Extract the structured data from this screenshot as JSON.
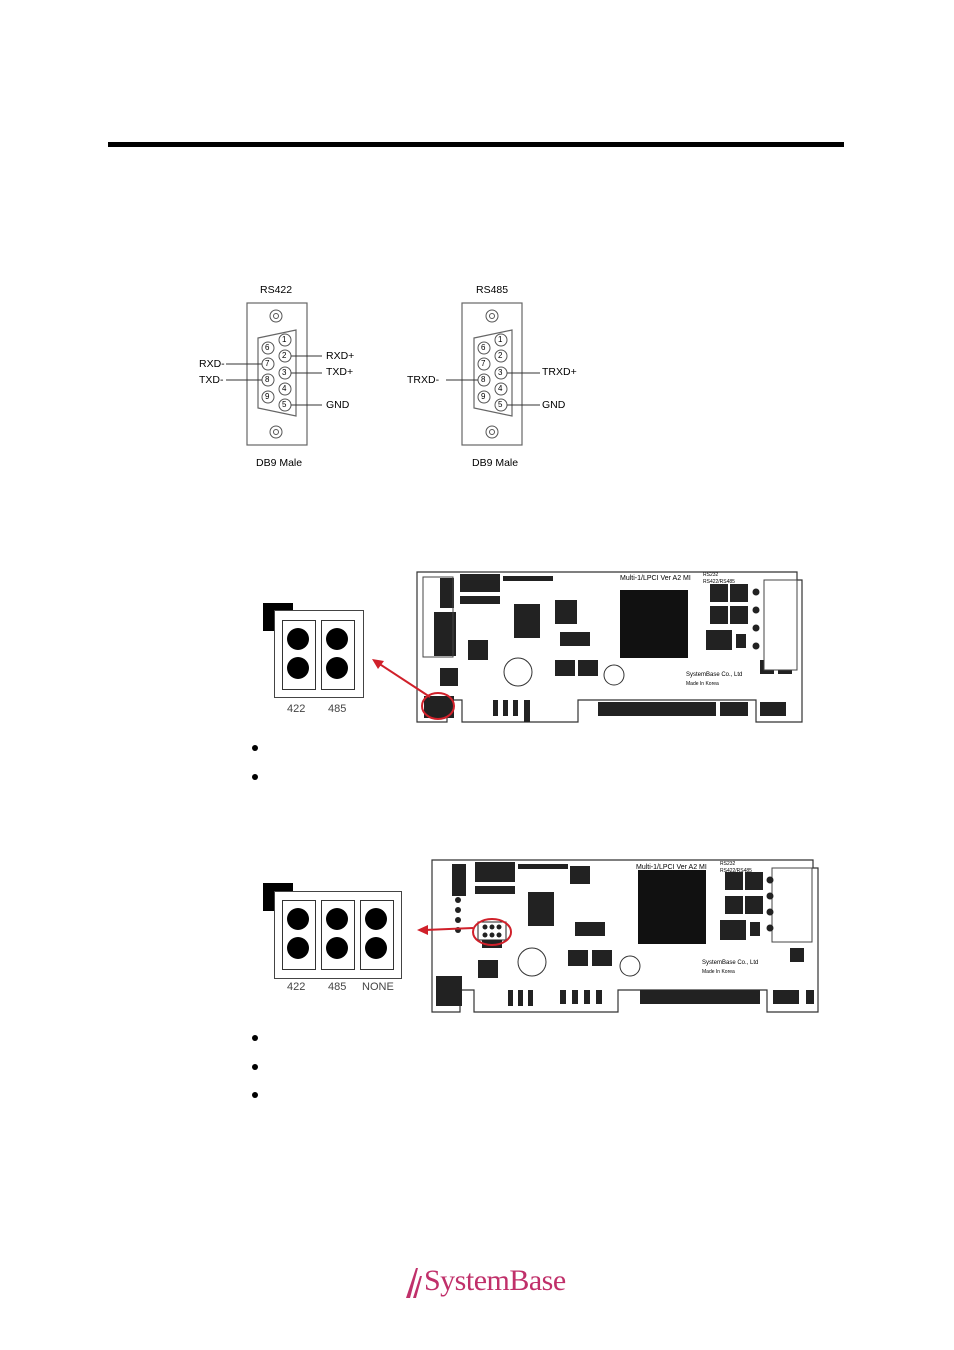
{
  "connectors": {
    "rs422": {
      "title": "RS422",
      "caption": "DB9 Male",
      "pins_left": [
        "6",
        "7",
        "8",
        "9"
      ],
      "pins_right": [
        "1",
        "2",
        "3",
        "4",
        "5"
      ],
      "label_rxd_minus": "RXD-",
      "label_txd_minus": "TXD-",
      "label_rxd_plus": "RXD+",
      "label_txd_plus": "TXD+",
      "label_gnd": "GND"
    },
    "rs485": {
      "title": "RS485",
      "caption": "DB9 Male",
      "pins_left": [
        "6",
        "7",
        "8",
        "9"
      ],
      "pins_right": [
        "1",
        "2",
        "3",
        "4",
        "5"
      ],
      "label_trxd_minus": "TRXD-",
      "label_trxd_plus": "TRXD+",
      "label_gnd": "GND"
    }
  },
  "jumper1": {
    "labels": [
      "422",
      "485"
    ],
    "board_silk": {
      "model": "Multi-1/LPCI Ver A2 MI",
      "rs232": "RS232",
      "rs422_485": "RS422/RS485",
      "company": "SystemBase Co., Ltd",
      "origin": "Made In Korea"
    }
  },
  "jumper2": {
    "labels": [
      "422",
      "485",
      "NONE"
    ],
    "board_silk": {
      "model": "Multi-1/LPCI Ver A2 MI",
      "rs232": "RS232",
      "rs422_485": "RS422/RS485",
      "company": "SystemBase Co., Ltd",
      "origin": "Made In Korea"
    }
  },
  "footer": {
    "logo_text": "SystemBase",
    "logo_color": "#c0306a"
  },
  "colors": {
    "arrow": "#d0202a"
  }
}
